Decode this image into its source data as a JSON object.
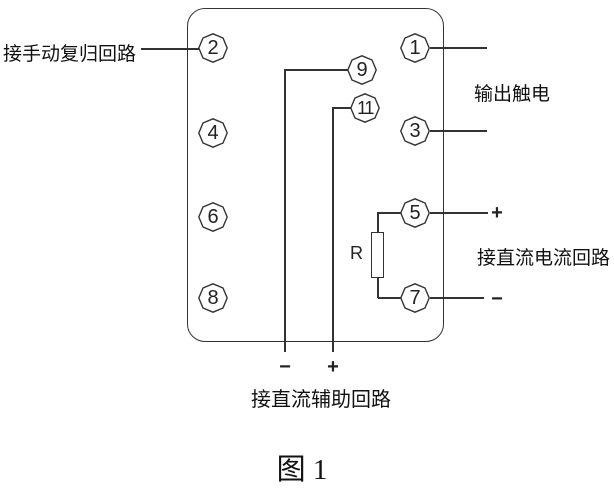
{
  "diagram": {
    "terminals": {
      "t1": "1",
      "t2": "2",
      "t3": "3",
      "t4": "4",
      "t5": "5",
      "t6": "6",
      "t7": "7",
      "t8": "8",
      "t9": "9",
      "t11": "11"
    },
    "labels": {
      "manual_reset_circuit": "接手动复归回路",
      "output_contact": "输出触电",
      "dc_current_circuit": "接直流电流回路",
      "dc_aux_circuit": "接直流辅助回路",
      "resistor": "R",
      "plus_right": "+",
      "minus_right": "−",
      "minus_bottom": "−",
      "plus_bottom": "+"
    },
    "caption": "图 1",
    "colors": {
      "line": "#333333",
      "text": "#1a1a1a",
      "background": "#ffffff"
    }
  }
}
